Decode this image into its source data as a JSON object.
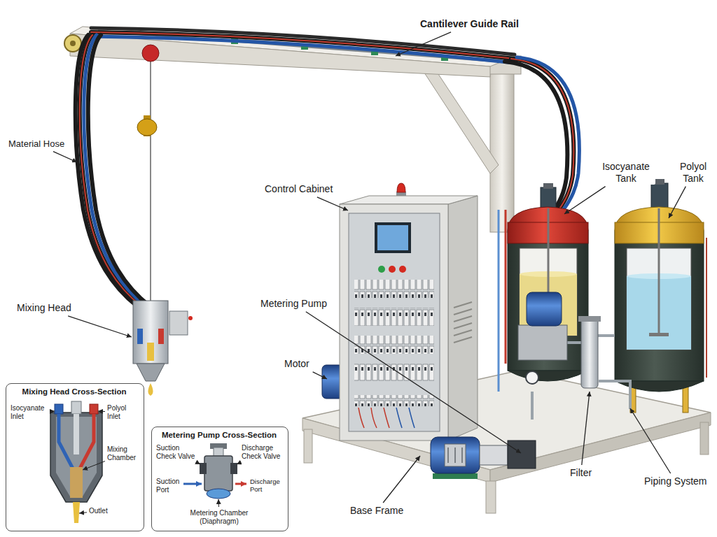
{
  "diagram": {
    "nodes": [
      {
        "text": [
          "Mixing Head Cross-Section",
          "Isocyanate Inlet",
          "Polyol Inlet",
          "Mixing Chamber",
          "Outlet"
        ]
      },
      {
        "text": [
          "Metering Pump Cross-Section",
          "Suction Check Valve",
          "Discharge Check Valve",
          "Suction Port",
          "Discharge Port",
          "Metering Chamber (Diaphragm)"
        ]
      }
    ],
    "labels": [
      "Cantilever Guide Rail",
      "Material Hose",
      "Isocyanate Tank",
      "Polyol Tank",
      "Control Cabinet",
      "Mixing Head",
      "Metering Pump",
      "Motor",
      "Filter",
      "Piping System",
      "Base Frame"
    ]
  }
}
